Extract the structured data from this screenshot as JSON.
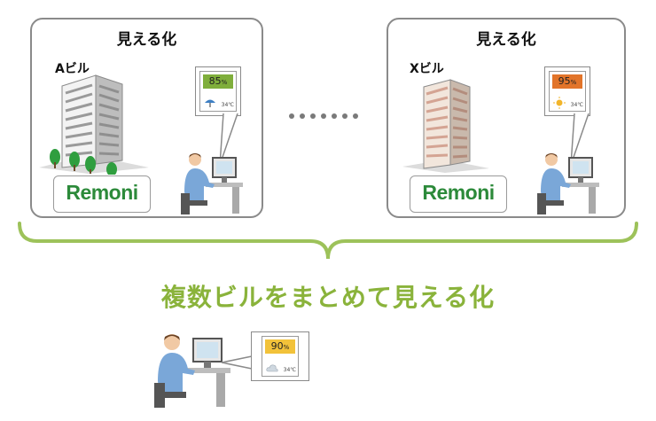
{
  "panels": [
    {
      "title": "見える化",
      "building": "Aビル",
      "brand": "Remoni",
      "meter": {
        "value": "85",
        "unit": "%",
        "temp": "34℃",
        "weather": "umbrella-icon",
        "color": "#7fae3b"
      }
    },
    {
      "title": "見える化",
      "building": "Xビル",
      "brand": "Remoni",
      "meter": {
        "value": "95",
        "unit": "%",
        "temp": "34℃",
        "weather": "sun-icon",
        "color": "#e2742a"
      }
    }
  ],
  "heading": "複数ビルをまとめて見える化",
  "summary_meter": {
    "value": "90",
    "unit": "%",
    "temp": "34℃",
    "weather": "cloud-icon",
    "color": "#f2c23a"
  },
  "colors": {
    "accent_green": "#8ab33b",
    "brand_green": "#2c8a3a",
    "border": "#8a8a8a"
  }
}
